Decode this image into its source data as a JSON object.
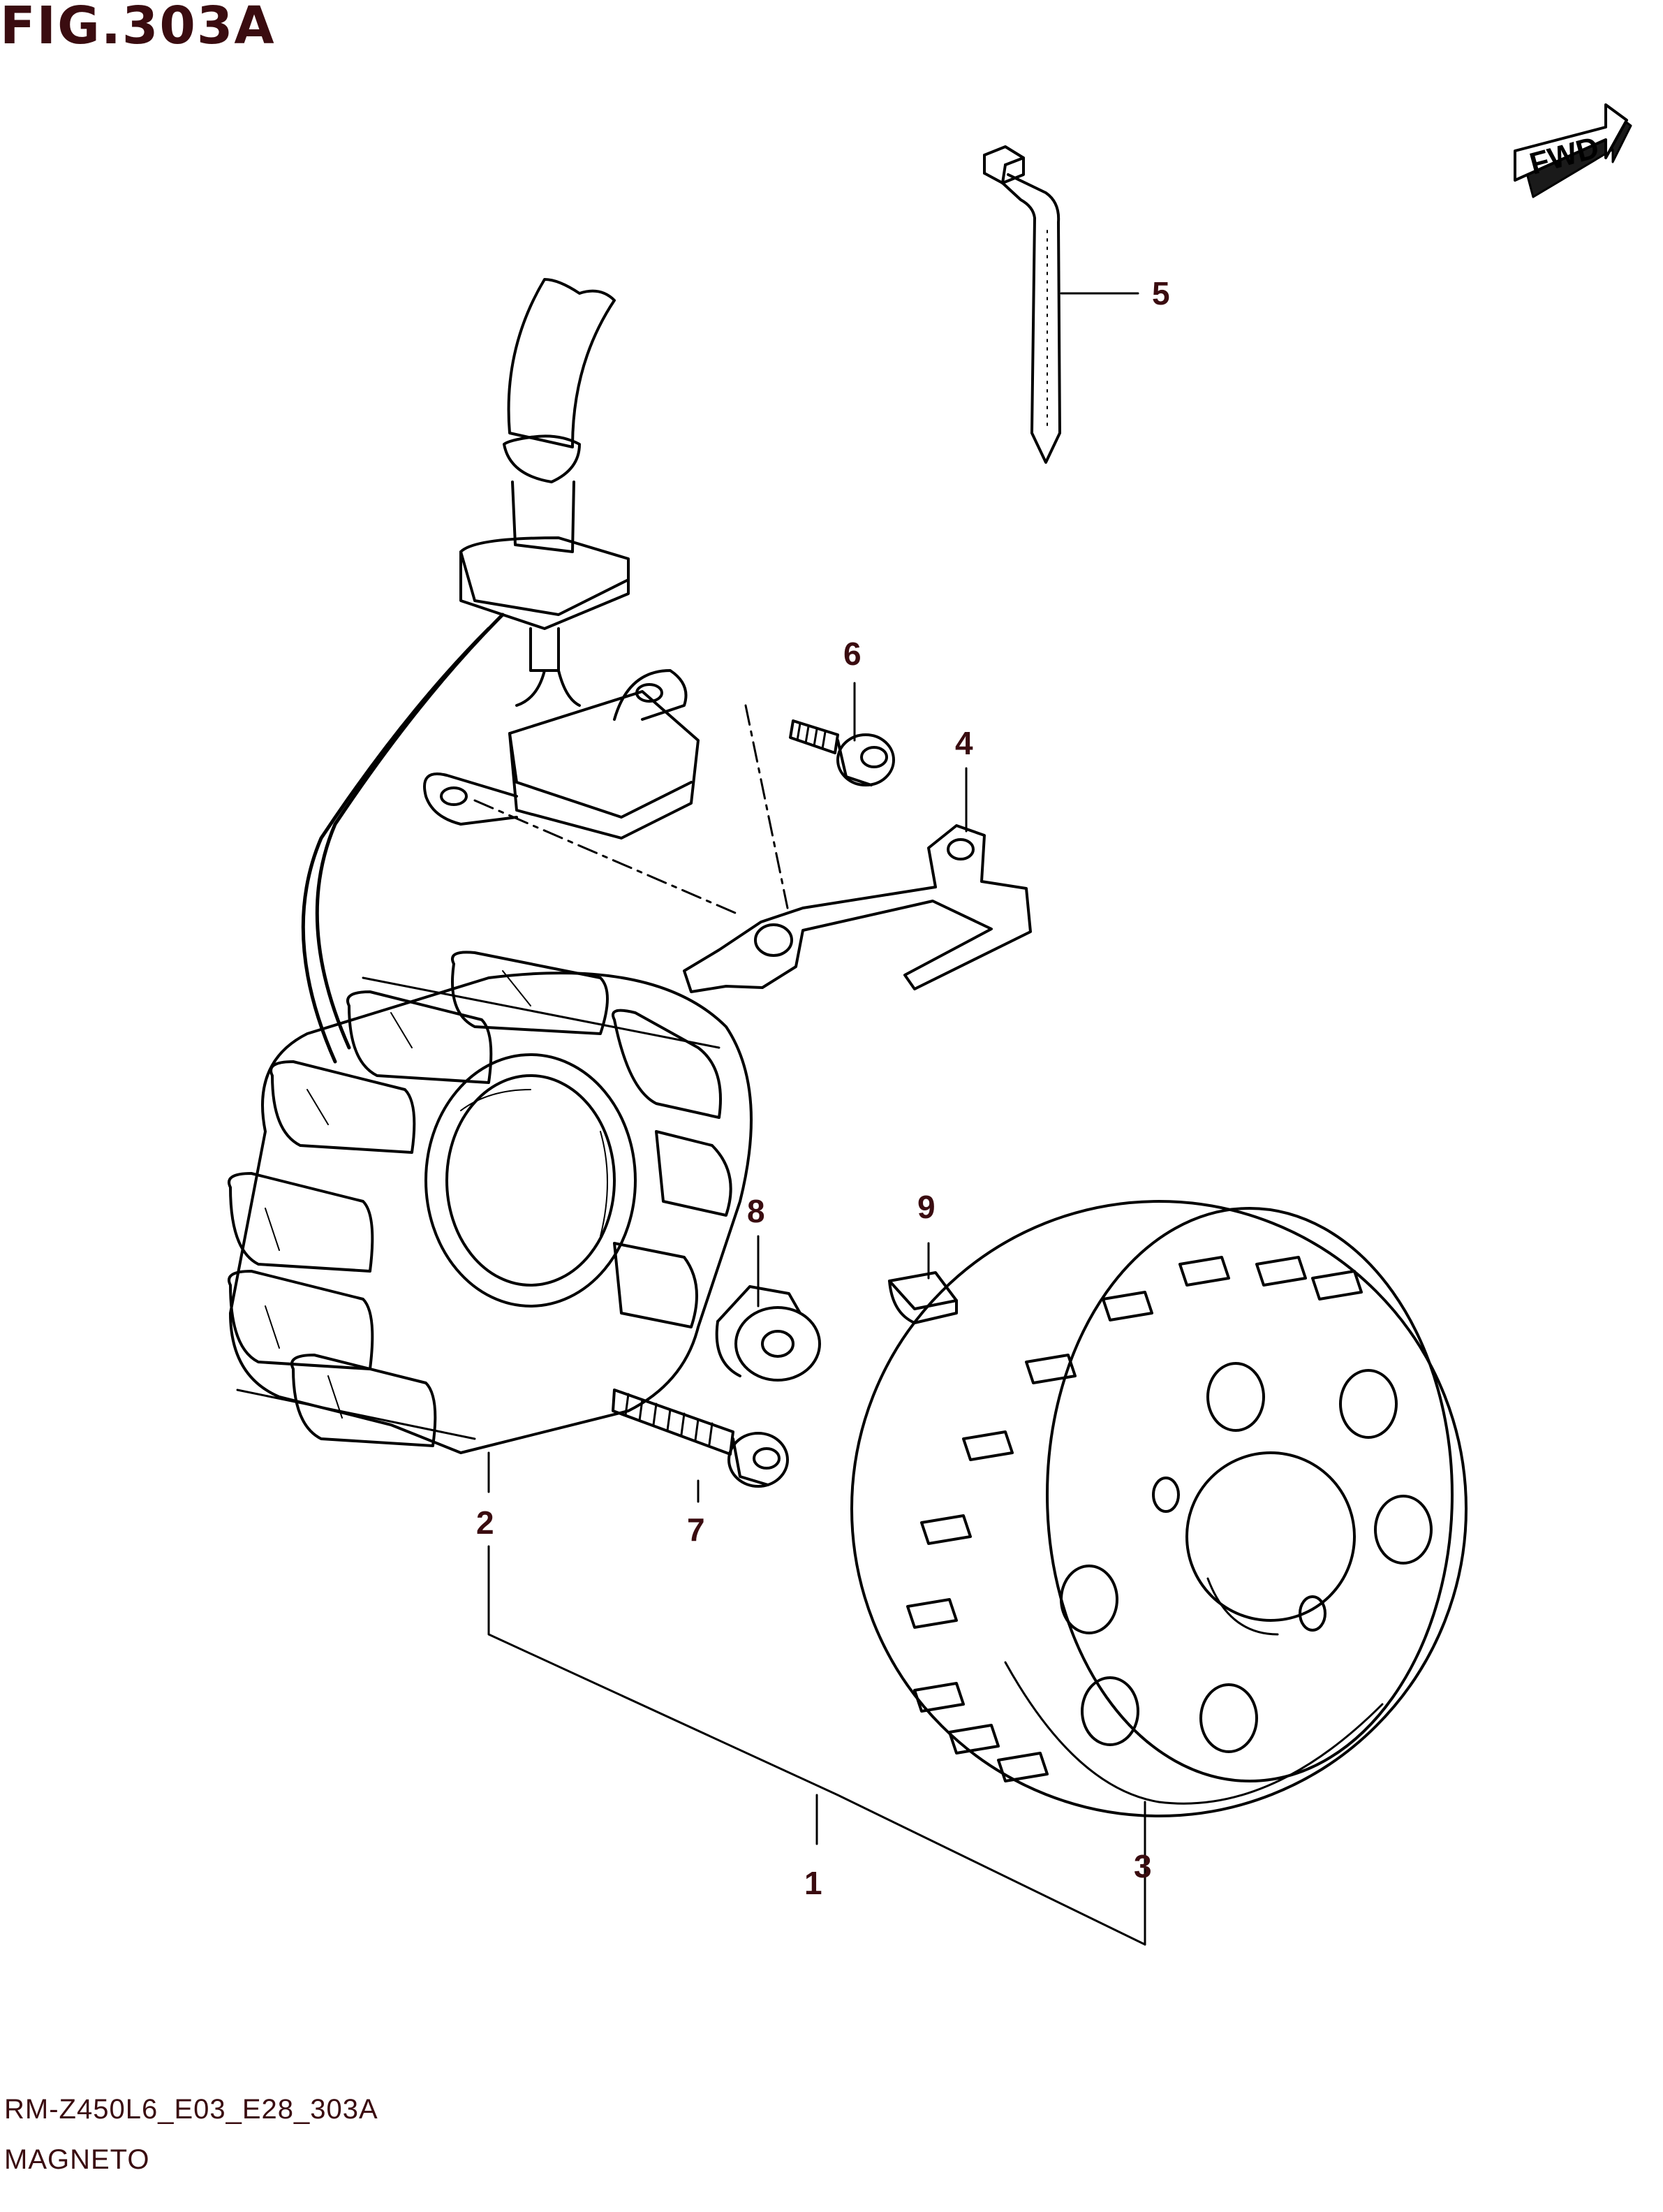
{
  "figure": {
    "title": "FIG.303A",
    "direction_marker": "FWD",
    "diagram_code": "RM-Z450L6_E03_E28_303A",
    "section_name": "MAGNETO"
  },
  "callouts": [
    {
      "number": "1",
      "part": "magneto-assembly"
    },
    {
      "number": "2",
      "part": "stator"
    },
    {
      "number": "3",
      "part": "rotor"
    },
    {
      "number": "4",
      "part": "clamp"
    },
    {
      "number": "5",
      "part": "cable-tie"
    },
    {
      "number": "6",
      "part": "bolt"
    },
    {
      "number": "7",
      "part": "bolt"
    },
    {
      "number": "8",
      "part": "collar"
    },
    {
      "number": "9",
      "part": "key"
    }
  ],
  "colors": {
    "label": "#3a0c10",
    "line": "#000000",
    "background": "#ffffff"
  }
}
